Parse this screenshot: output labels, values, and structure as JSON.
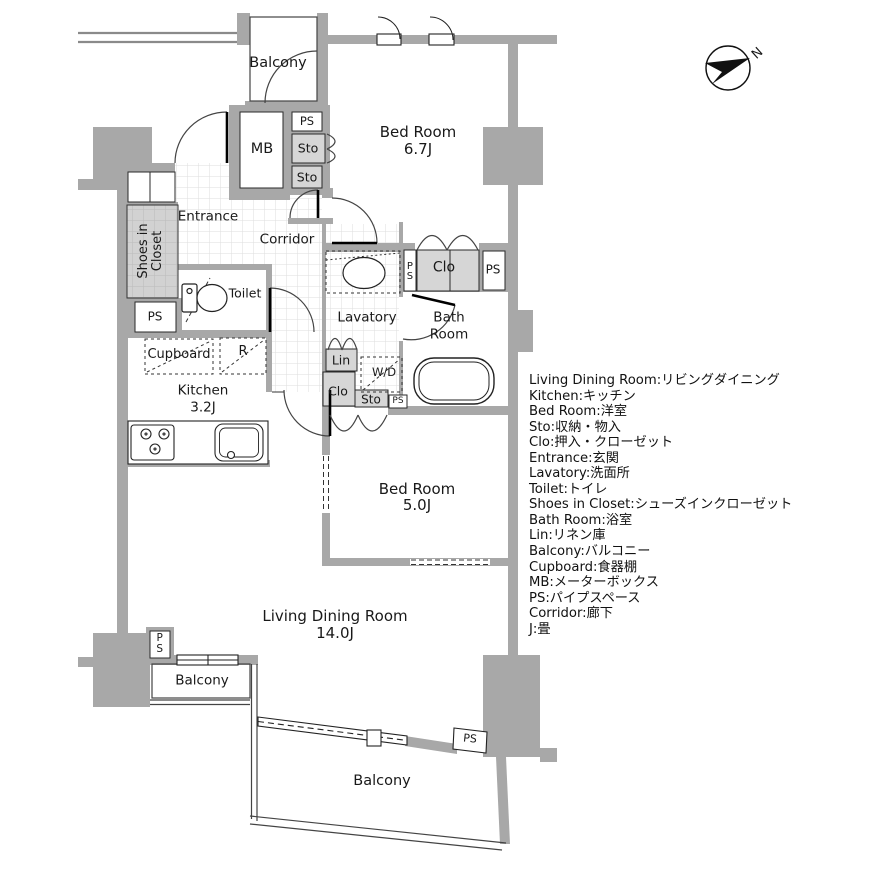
{
  "labels": {
    "balcony": "Balcony",
    "mb": "MB",
    "ps": "PS",
    "sto": "Sto",
    "clo": "Clo",
    "lin": "Lin",
    "wd": "W/D",
    "toilet": "Toilet",
    "entrance": "Entrance",
    "corridor": "Corridor",
    "shoes_line1": "Shoes in",
    "shoes_line2": "Closet",
    "lavatory": "Lavatory",
    "bath_line1": "Bath",
    "bath_line2": "Room",
    "cupboard": "Cupboard",
    "refrigerator": "R",
    "kitchen": "Kitchen",
    "kitchen_size": "3.2J",
    "bedroom1": "Bed Room",
    "bedroom1_size": "6.7J",
    "bedroom2": "Bed Room",
    "bedroom2_size": "5.0J",
    "living": "Living Dining Room",
    "living_size": "14.0J",
    "north": "N"
  },
  "legend": {
    "lines": [
      "Living Dining Room:リビングダイニング",
      "Kitchen:キッチン",
      "Bed Room:洋室",
      "Sto:収納・物入",
      "Clo:押入・クローゼット",
      "Entrance:玄関",
      "Lavatory:洗面所",
      "Toilet:トイレ",
      "Shoes in Closet:シューズインクローゼット",
      "Bath Room:浴室",
      "Lin:リネン庫",
      "Balcony:バルコニー",
      "Cupboard:食器棚",
      "MB:メーターボックス",
      "PS:パイプスペース",
      "Corridor:廊下",
      "J:畳"
    ]
  },
  "colors": {
    "wall": "#a8a8a8",
    "closet_fill": "#d6d6d6",
    "tile_line": "#dedede",
    "ink": "#191919"
  }
}
